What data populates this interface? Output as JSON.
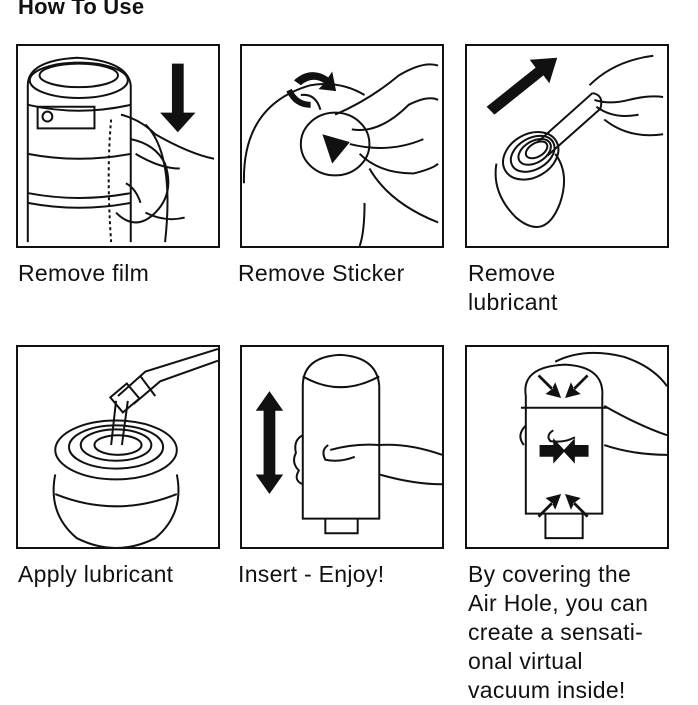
{
  "page": {
    "title": "How To Use"
  },
  "steps": [
    {
      "caption": "Remove film",
      "illustration": "film-removal-icon"
    },
    {
      "caption": "Remove Sticker",
      "illustration": "sticker-removal-icon"
    },
    {
      "caption": "Remove\nlubricant",
      "illustration": "lubricant-removal-icon"
    },
    {
      "caption": "Apply lubricant",
      "illustration": "apply-lubricant-icon"
    },
    {
      "caption": "Insert - Enjoy!",
      "illustration": "insert-icon"
    },
    {
      "caption": "By covering the\nAir Hole, you can\ncreate a sensati-\nonal virtual\nvacuum inside!",
      "illustration": "squeeze-air-hole-icon"
    }
  ],
  "colors": {
    "line": "#111111",
    "background": "#ffffff"
  }
}
